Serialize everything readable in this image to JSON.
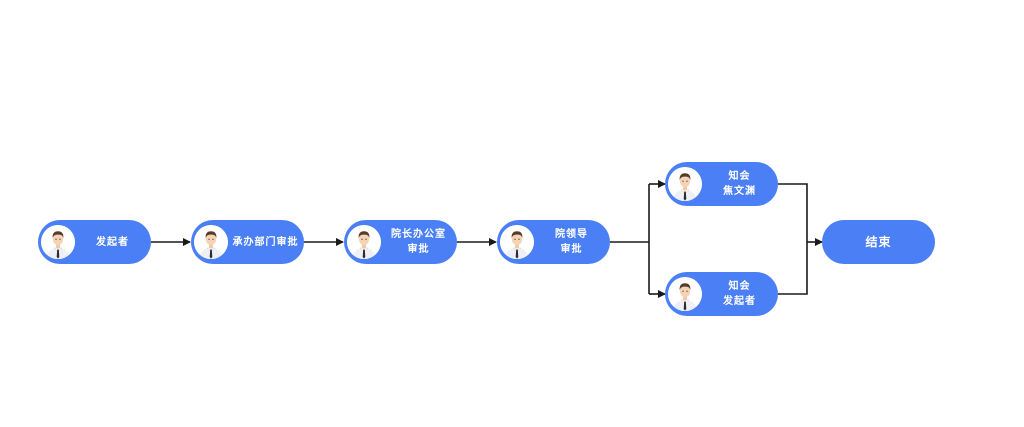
{
  "colors": {
    "node_fill": "#4a7ff5",
    "node_text": "#ffffff",
    "connector": "#1a1a1a"
  },
  "nodes": [
    {
      "id": "initiator",
      "lines": [
        "发起者"
      ],
      "icon": "person-avatar-icon"
    },
    {
      "id": "handling-dept",
      "lines": [
        "承办部门审批"
      ],
      "icon": "person-avatar-icon"
    },
    {
      "id": "president-office",
      "lines": [
        "院长办公室",
        "审批"
      ],
      "icon": "person-avatar-icon"
    },
    {
      "id": "leadership",
      "lines": [
        "院领导",
        "审批"
      ],
      "icon": "person-avatar-icon"
    },
    {
      "id": "notify-jiao",
      "lines": [
        "知会",
        "焦文渊"
      ],
      "icon": "person-avatar-icon"
    },
    {
      "id": "notify-initiator",
      "lines": [
        "知会",
        "发起者"
      ],
      "icon": "person-avatar-icon"
    },
    {
      "id": "end",
      "lines": [
        "结束"
      ]
    }
  ]
}
